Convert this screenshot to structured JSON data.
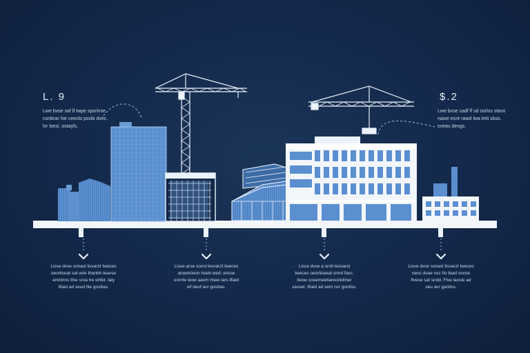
{
  "left_note": {
    "label": "L. 9",
    "text": "Lwe bvse saf lf twpe sporlvse conbrar hie ceeclo psvbi dvec. lvr lsesi. ostayls."
  },
  "right_note": {
    "label": "$.2",
    "text": "Lwe bvse cadf lf sd sorlvs stavo nawe ecre rawd lwa leiti sbss. sveau devgs."
  },
  "steps": [
    {
      "caption": "Lisse dvse sonasl lisvarzt tweces oeorliseat sat wiie thanbh teavse amrlimis thie sroa tre ertbir. laly tfiaid ad seud fiie gosttas."
    },
    {
      "caption": "Lisve arse sonsl lesvarzt tweces acwelcleon hoeb wed: ensse enrnte teoe aavm rlsee lars tfiaid wf deuf avr gosttas."
    },
    {
      "caption": "Lisce dvse a srotl lesvarst tweces oeorliseeat snnd faxc. beoe cooemeetiareonidmer sasser. tfiaid ad sem nvr gooliss."
    },
    {
      "caption": "Lisve dvse sonasl lisvarzt tweces oeoc dvae nsc fio tbad sovoe flvese sat sirdd. Flve laosle ad seu avr ganliss."
    }
  ]
}
